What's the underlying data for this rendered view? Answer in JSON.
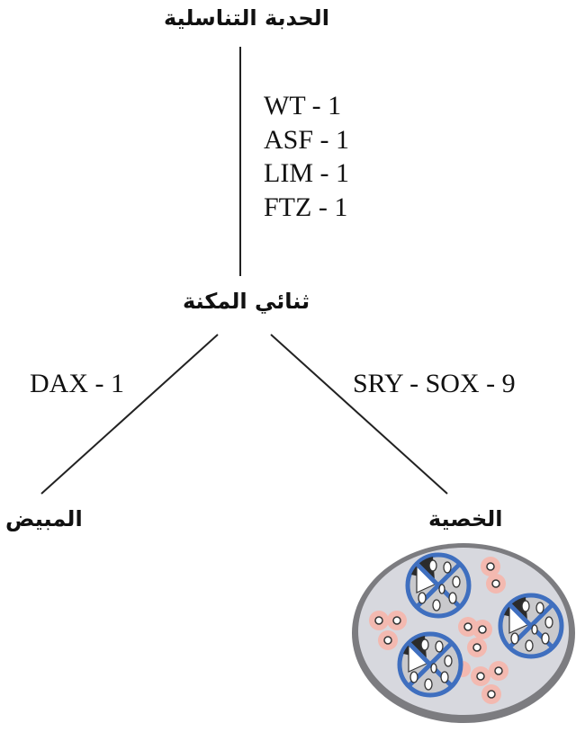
{
  "nodes": {
    "top": "الحدبة التناسلية",
    "middle": "ثنائي المكنة",
    "left": "المبيض",
    "right": "الخصية"
  },
  "genes": {
    "trunk": [
      "WT - 1",
      "ASF - 1",
      "LIM - 1",
      "FTZ - 1"
    ],
    "left_branch": "DAX - 1",
    "right_branch": "SRY - SOX - 9"
  },
  "colors": {
    "line": "#222222",
    "tubule": "#3f6fbf",
    "cell_outer": "#c2c2c2",
    "interstitial": "#f3b9b0",
    "tissue_bg": "#d7d8de"
  },
  "icons": [
    "testis-cross-section-icon"
  ]
}
